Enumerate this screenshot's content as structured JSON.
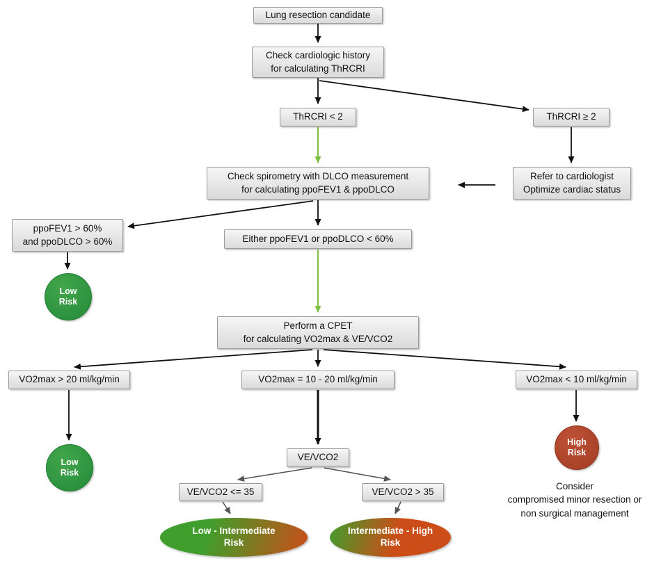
{
  "colors": {
    "box_bg_top": "#f6f6f6",
    "box_bg_bottom": "#dadada",
    "box_border": "#9a9a9a",
    "green_risk": "#238a38",
    "red_risk": "#a33d23",
    "grad_green": "#3f9e2c",
    "grad_red": "#cc4d17",
    "arrow_black": "#111111",
    "arrow_green": "#7cc142",
    "arrow_gray": "#555555"
  },
  "nodes": {
    "start": "Lung resection candidate",
    "check_cardiologic": "Check cardiologic history\nfor calculating ThRCRI",
    "thrcri_low": "ThRCRI < 2",
    "thrcri_high": "ThRCRI ≥ 2",
    "spirometry": "Check spirometry with DLCO measurement\nfor calculating ppoFEV1 & ppoDLCO",
    "refer": "Refer to cardiologist\nOptimize cardiac status",
    "ppo_good": "ppoFEV1 > 60%\nand ppoDLCO > 60%",
    "ppo_bad": "Either ppoFEV1 or ppoDLCO < 60%",
    "low_risk_1": "Low\nRisk",
    "cpet": "Perform a CPET\nfor calculating VO2max & VE/VCO2",
    "vo2_high": "VO2max > 20 ml/kg/min",
    "vo2_mid": "VO2max = 10 - 20 ml/kg/min",
    "vo2_low": "VO2max < 10 ml/kg/min",
    "low_risk_2": "Low\nRisk",
    "vevco2": "VE/VCO2",
    "vevco2_le35": "VE/VCO2 <= 35",
    "vevco2_gt35": "VE/VCO2 > 35",
    "high_risk": "High\nRisk",
    "consider": "Consider\ncompromised minor resection or\nnon surgical management",
    "low_intermediate": "Low - Intermediate\nRisk",
    "intermediate_high": "Intermediate - High\nRisk"
  }
}
